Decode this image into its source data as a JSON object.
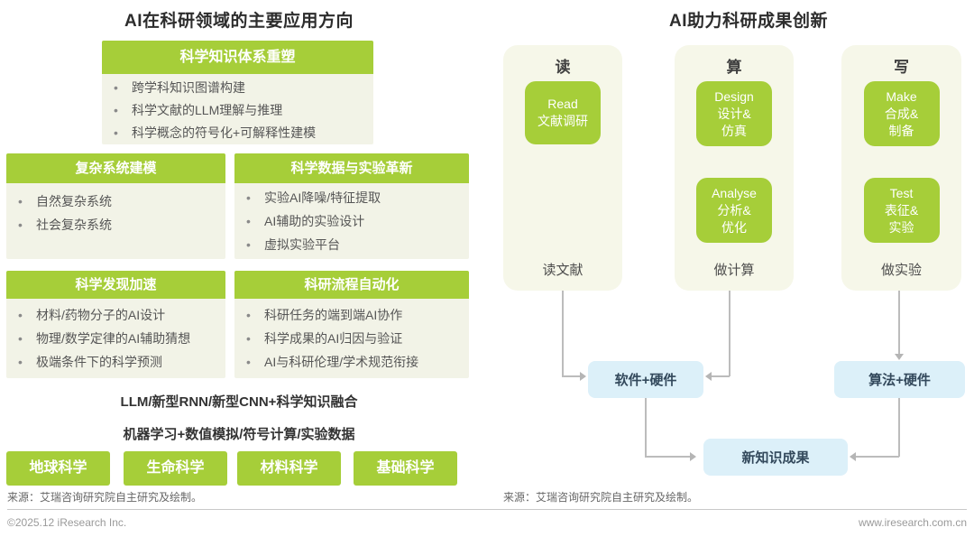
{
  "left_panel": {
    "title": "AI在科研领域的主要应用方向",
    "blocks": [
      {
        "header": "科学知识体系重塑",
        "items": [
          "跨学科知识图谱构建",
          "科学文献的LLM理解与推理",
          "科学概念的符号化+可解释性建模"
        ]
      },
      {
        "header": "复杂系统建模",
        "items": [
          "自然复杂系统",
          "社会复杂系统"
        ]
      },
      {
        "header": "科学数据与实验革新",
        "items": [
          "实验AI降噪/特征提取",
          "AI辅助的实验设计",
          "虚拟实验平台"
        ]
      },
      {
        "header": "科学发现加速",
        "items": [
          "材料/药物分子的AI设计",
          "物理/数学定律的AI辅助猜想",
          "极端条件下的科学预测"
        ]
      },
      {
        "header": "科研流程自动化",
        "items": [
          "科研任务的端到端AI协作",
          "科学成果的AI归因与验证",
          "AI与科研伦理/学术规范衔接"
        ]
      }
    ],
    "bold_lines": [
      "LLM/新型RNN/新型CNN+科学知识融合",
      "机器学习+数值模拟/符号计算/实验数据"
    ],
    "disciplines": [
      "地球科学",
      "生命科学",
      "材料科学",
      "基础科学"
    ],
    "source": "来源：艾瑞咨询研究院自主研究及绘制。"
  },
  "right_panel": {
    "title": "AI助力科研成果创新",
    "columns": [
      {
        "header": "读",
        "boxes": [
          {
            "lines": [
              "Read",
              "文献调研"
            ]
          }
        ],
        "label": "读文献"
      },
      {
        "header": "算",
        "boxes": [
          {
            "lines": [
              "Design",
              "设计&",
              "仿真"
            ]
          },
          {
            "lines": [
              "Analyse",
              "分析&",
              "优化"
            ]
          }
        ],
        "label": "做计算"
      },
      {
        "header": "写",
        "boxes": [
          {
            "lines": [
              "Make",
              "合成&",
              "制备"
            ]
          },
          {
            "lines": [
              "Test",
              "表征&",
              "实验"
            ]
          }
        ],
        "label": "做实验"
      }
    ],
    "flow_boxes": {
      "software_hardware": "软件+硬件",
      "algorithm_hardware": "算法+硬件",
      "new_knowledge": "新知识成果"
    },
    "source": "来源：艾瑞咨询研究院自主研究及绘制。"
  },
  "footer": {
    "copyright": "©2025.12 iResearch Inc.",
    "website": "www.iresearch.com.cn"
  },
  "colors": {
    "brand_green": "#a6ce39",
    "panel_cream": "#f6f7e9",
    "content_bg": "#f2f3e7",
    "flow_blue_bg": "#dcf0f9",
    "flow_blue_text": "#33495c",
    "arrow_gray": "#b5b5b5"
  }
}
